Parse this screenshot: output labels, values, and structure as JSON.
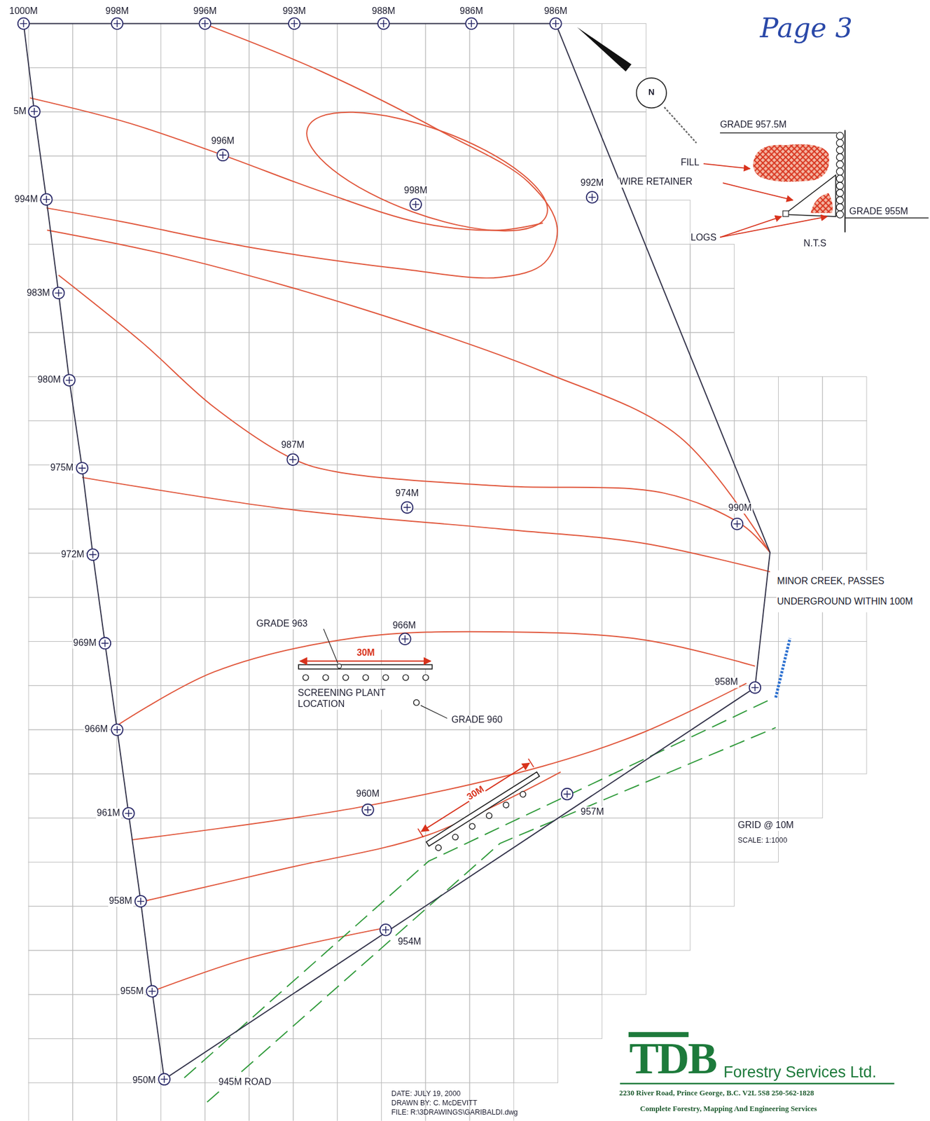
{
  "diagram": {
    "labels": [
      "Page 3",
      "1000M",
      "998M",
      "996M",
      "993M",
      "988M",
      "986M",
      "986M",
      "5M",
      "996M",
      "998M",
      "992M",
      "994M",
      "983M",
      "980M",
      "987M",
      "975M",
      "974M",
      "990M",
      "972M",
      "GRADE 957.5M",
      "FILL",
      "WIRE RETAINER",
      "GRADE 955M",
      "LOGS",
      "N.T.S",
      "MINOR CREEK, PASSES UNDERGROUND WITHIN 100M",
      "GRADE 963",
      "30M",
      "966M",
      "969M",
      "958M",
      "SCREENING PLANT LOCATION",
      "GRADE 960",
      "966M",
      "960M",
      "30M",
      "957M",
      "961M",
      "GRID @ 10M",
      "SCALE: 1:1000",
      "958M",
      "954M",
      "955M",
      "950M",
      "945M ROAD",
      "DATE: JULY 19, 2000",
      "DRAWN BY: C. McDEVITT",
      "FILE: R:\\3DRAWINGS\\GARIBALDI.dwg",
      "N",
      "TDB",
      "Forestry Services Ltd.",
      "2230 River Road, Prince George, B.C. V2L 5S8 250-562-1828",
      "Complete Forestry, Mapping And Engineering Services"
    ]
  }
}
